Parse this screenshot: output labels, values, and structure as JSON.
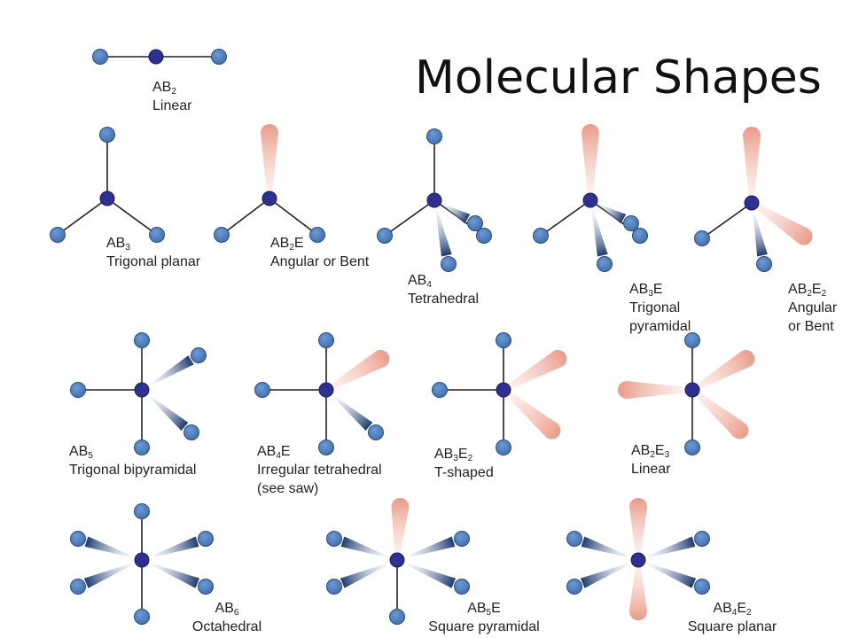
{
  "title": "Molecular Shapes",
  "shapes": [
    {
      "id": "ab2",
      "formula": [
        [
          "AB",
          ""
        ],
        [
          "2",
          "sub"
        ]
      ],
      "name": [
        "Linear"
      ]
    },
    {
      "id": "ab3",
      "formula": [
        [
          "AB",
          ""
        ],
        [
          "3",
          "sub"
        ]
      ],
      "name": [
        "Trigonal planar"
      ]
    },
    {
      "id": "ab2e",
      "formula": [
        [
          "AB",
          ""
        ],
        [
          "2",
          "sub"
        ],
        [
          "E",
          ""
        ]
      ],
      "name": [
        "Angular or Bent"
      ]
    },
    {
      "id": "ab4",
      "formula": [
        [
          "AB",
          ""
        ],
        [
          "4",
          "sub"
        ]
      ],
      "name": [
        "Tetrahedral"
      ]
    },
    {
      "id": "ab3e",
      "formula": [
        [
          "AB",
          ""
        ],
        [
          "3",
          "sub"
        ],
        [
          "E",
          ""
        ]
      ],
      "name": [
        "Trigonal",
        "pyramidal"
      ]
    },
    {
      "id": "ab2e2",
      "formula": [
        [
          "AB",
          ""
        ],
        [
          "2",
          "sub"
        ],
        [
          "E",
          ""
        ],
        [
          "2",
          "sub"
        ]
      ],
      "name": [
        "Angular",
        "or Bent"
      ]
    },
    {
      "id": "ab5",
      "formula": [
        [
          "AB",
          ""
        ],
        [
          "5",
          "sub"
        ]
      ],
      "name": [
        "Trigonal bipyramidal"
      ]
    },
    {
      "id": "ab4e",
      "formula": [
        [
          "AB",
          ""
        ],
        [
          "4",
          "sub"
        ],
        [
          "E",
          ""
        ]
      ],
      "name": [
        "Irregular tetrahedral",
        "(see saw)"
      ]
    },
    {
      "id": "ab3e2",
      "formula": [
        [
          "AB",
          ""
        ],
        [
          "3",
          "sub"
        ],
        [
          "E",
          ""
        ],
        [
          "2",
          "sub"
        ]
      ],
      "name": [
        "T-shaped"
      ]
    },
    {
      "id": "ab2e3",
      "formula": [
        [
          "AB",
          ""
        ],
        [
          "2",
          "sub"
        ],
        [
          "E",
          ""
        ],
        [
          "3",
          "sub"
        ]
      ],
      "name": [
        "Linear"
      ]
    },
    {
      "id": "ab6",
      "formula": [
        [
          "AB",
          ""
        ],
        [
          "6",
          "sub"
        ]
      ],
      "name": [
        "Octahedral"
      ]
    },
    {
      "id": "ab5e",
      "formula": [
        [
          "AB",
          ""
        ],
        [
          "5",
          "sub"
        ],
        [
          "E",
          ""
        ]
      ],
      "name": [
        "Square pyramidal"
      ]
    },
    {
      "id": "ab4e2",
      "formula": [
        [
          "AB",
          ""
        ],
        [
          "4",
          "sub"
        ],
        [
          "E",
          ""
        ],
        [
          "2",
          "sub"
        ]
      ],
      "name": [
        "Square planar"
      ]
    }
  ],
  "colors": {
    "central_atom": "#2e3192",
    "outer_atom": "#4f81bd",
    "bond": "#222222",
    "lone_pair": "#f0a898",
    "wedge": "#1f3a6e"
  }
}
